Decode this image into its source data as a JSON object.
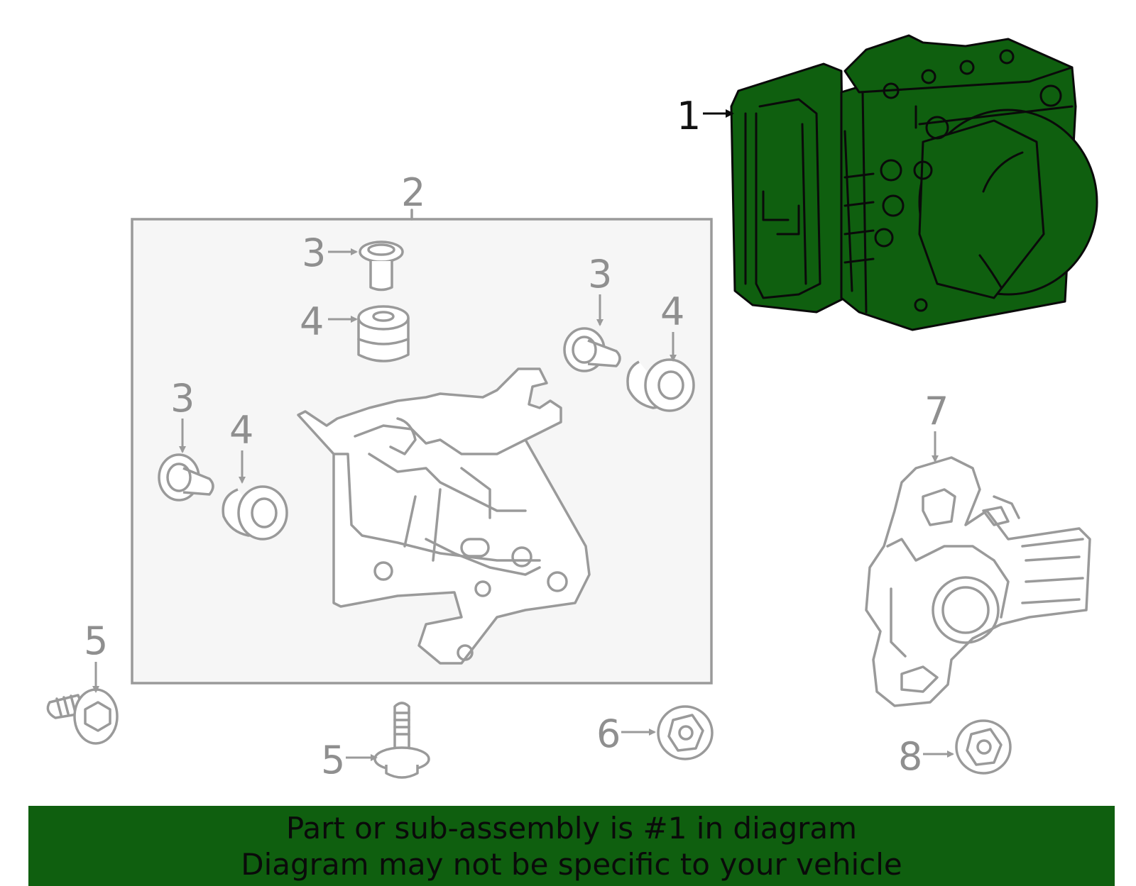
{
  "callouts": {
    "c1": "1",
    "c2": "2",
    "c3a": "3",
    "c4a": "4",
    "c3b": "3",
    "c4b": "4",
    "c3c": "3",
    "c4c": "4",
    "c5a": "5",
    "c5b": "5",
    "c6": "6",
    "c7": "7",
    "c8": "8"
  },
  "banner": {
    "line1": "Part or sub-assembly is #1 in diagram",
    "line2": "Diagram may not be specific to your vehicle"
  },
  "colors": {
    "highlight": "#0f5f0f",
    "outline_gray": "#9a9a9a",
    "panel_bg": "#f6f6f6"
  }
}
